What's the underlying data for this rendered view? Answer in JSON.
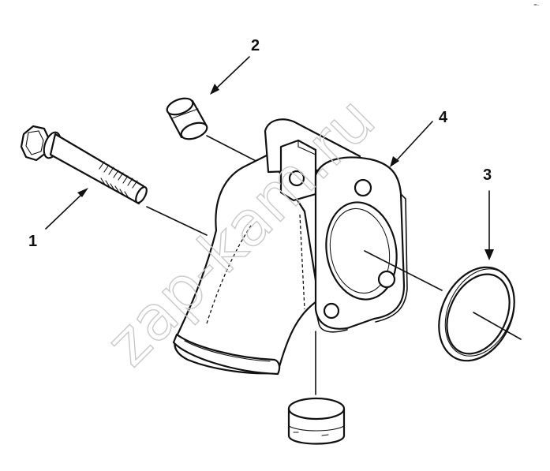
{
  "diagram": {
    "callouts": [
      "1",
      "2",
      "3",
      "4"
    ],
    "corner_mark": "=-",
    "watermark": "zap-kam.ru"
  },
  "parts": [
    "bolt",
    "plug",
    "seal-ring",
    "thermostat-housing",
    "plug"
  ]
}
